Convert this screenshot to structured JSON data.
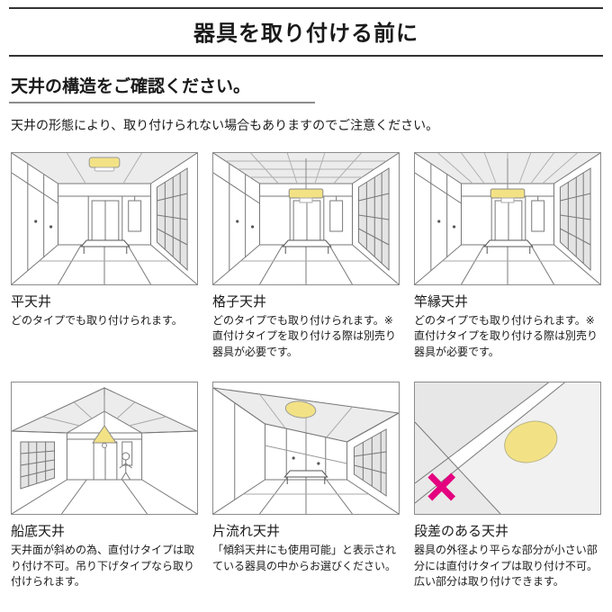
{
  "page": {
    "title": "器具を取り付ける前に"
  },
  "intro": {
    "heading": "天井の構造をご確認ください。",
    "note": "天井の形態により、取り付けられない場合もありますのでご注意ください。"
  },
  "cells": [
    {
      "title": "平天井",
      "desc": "どのタイプでも取り付けられます。"
    },
    {
      "title": "格子天井",
      "desc": "どのタイプでも取り付けられます。※直付けタイプを取り付ける際は別売り器具が必要です。"
    },
    {
      "title": "竿縁天井",
      "desc": "どのタイプでも取り付けられます。※直付けタイプを取り付ける際は別売り器具が必要です。"
    },
    {
      "title": "船底天井",
      "desc": "天井面が斜めの為、直付けタイプは取り付け不可。吊り下げタイプなら取り付けられます。"
    },
    {
      "title": "片流れ天井",
      "desc": "「傾斜天井にも使用可能」と表示されている器具の中からお選びください。"
    },
    {
      "title": "段差のある天井",
      "desc": "器具の外径より平らな部分が小さい部分には直付けタイプは取り付け不可。広い部分は取り付けできます。"
    }
  ],
  "colors": {
    "x_mark": "#e4007f",
    "lamp_yellow": "#f3e285",
    "fill_gray": "#ececec"
  }
}
